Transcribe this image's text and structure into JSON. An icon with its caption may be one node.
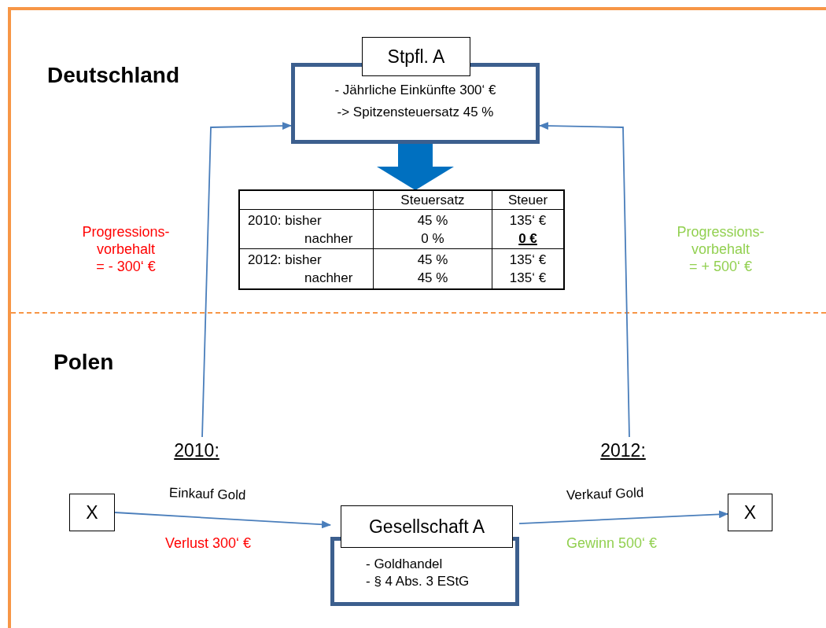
{
  "diagram": {
    "nodes": [
      {
        "text": [
          "Stpfl. A",
          "- Jährliche Einkünfte 300‘ €",
          "-> Spitzensteuersatz 45 %"
        ]
      },
      {
        "text": [],
        "shape": "box"
      },
      {
        "text": [
          "2010:"
        ]
      },
      {
        "text": [
          "2012:"
        ]
      },
      {
        "text": [
          "X"
        ]
      },
      {
        "text": [
          "Gesellschaft A",
          "- Goldhandel",
          "- § 4 Abs. 3 EStG"
        ]
      },
      {
        "text": [
          "X"
        ]
      }
    ],
    "edges": [
      {
        "from": 0,
        "to": 1,
        "arrow": "to",
        "style": "thick",
        "color": "#0070c0"
      },
      {
        "from": 2,
        "to": 0,
        "arrow": "to"
      },
      {
        "from": 3,
        "to": 0,
        "arrow": "to"
      },
      {
        "from": 4,
        "to": 5,
        "arrow": "to",
        "label": "Einkauf Gold"
      },
      {
        "from": 5,
        "to": 6,
        "arrow": "to",
        "label": "Verkauf Gold"
      }
    ],
    "labels": [
      "Deutschland",
      "Steuersatz",
      "Steuer",
      "2010: bisher",
      "45 %",
      "135‘ €",
      "nachher",
      "0 %",
      "0 €",
      "2012: bisher",
      "45 %",
      "135‘ €",
      "nachher",
      "45 %",
      "135‘ €",
      "Progressions-",
      "vorbehalt",
      "= - 300‘ €",
      "Progressions-",
      "vorbehalt",
      "= + 500‘ €",
      "Polen",
      "Verlust 300‘ €",
      "Gewinn 500‘ €"
    ]
  }
}
